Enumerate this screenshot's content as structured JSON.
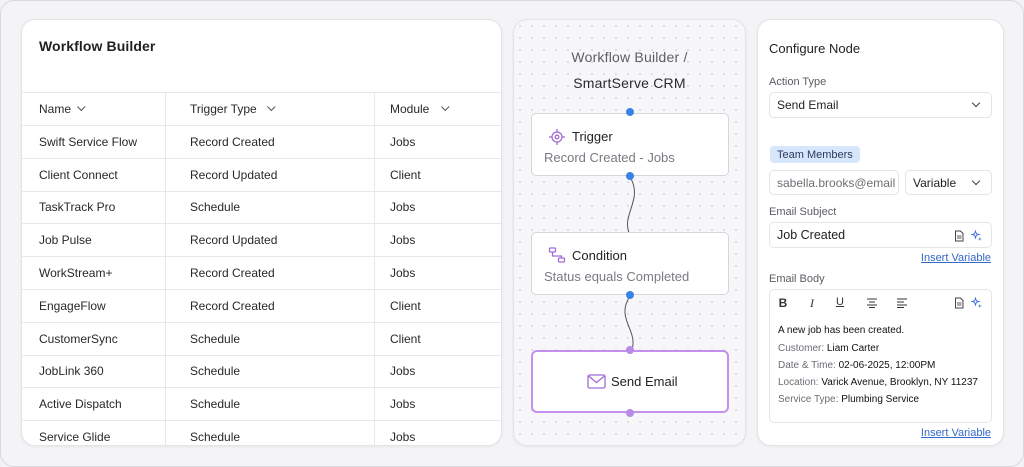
{
  "workflows": {
    "title": "Workflow Builder",
    "columns": [
      "Name",
      "Trigger Type",
      "Module"
    ],
    "rows": [
      [
        "Swift Service Flow",
        "Record Created",
        "Jobs"
      ],
      [
        "Client Connect",
        "Record Updated",
        "Client"
      ],
      [
        "TaskTrack Pro",
        "Schedule",
        "Jobs"
      ],
      [
        "Job Pulse",
        "Record Updated",
        "Jobs"
      ],
      [
        "WorkStream+",
        "Record Created",
        "Jobs"
      ],
      [
        "EngageFlow",
        "Record Created",
        "Client"
      ],
      [
        "CustomerSync",
        "Schedule",
        "Client"
      ],
      [
        "JobLink 360",
        "Schedule",
        "Jobs"
      ],
      [
        "Active Dispatch",
        "Schedule",
        "Jobs"
      ],
      [
        "Service Glide",
        "Schedule",
        "Jobs"
      ]
    ]
  },
  "canvas": {
    "title_line1": "Workflow Builder /",
    "title_line2": "SmartServe CRM",
    "trigger": {
      "title": "Trigger",
      "subtitle": "Record Created - Jobs",
      "icon": "target-icon"
    },
    "condition": {
      "title": "Condition",
      "subtitle": "Status equals Completed",
      "icon": "branch-icon"
    },
    "action": {
      "title": "Send Email",
      "icon": "mail-icon"
    }
  },
  "config": {
    "title": "Configure Node",
    "action_type_label": "Action Type",
    "action_type_value": "Send Email",
    "team_chip": "Team Members",
    "email_value": "sabella.brooks@email",
    "variable_select": "Variable",
    "subject_label": "Email Subject",
    "subject_value": "Job Created",
    "insert_variable": "Insert Variable",
    "body_label": "Email Body",
    "toolbar": {
      "bold": "B",
      "italic": "I",
      "underline": "U"
    },
    "body": {
      "intro": "A new job has been created.",
      "customer_key": "Customer:",
      "customer_val": "Liam Carter",
      "datetime_key": "Date & Time:",
      "datetime_val": "02-06-2025, 12:00PM",
      "location_key": "Location:",
      "location_val": "Varick Avenue, Brooklyn, NY 11237",
      "service_key": "Service Type:",
      "service_val": "Plumbing Service"
    },
    "insert_variable_2": "Insert Variable"
  },
  "colors": {
    "accent_blue": "#3b82e6",
    "accent_purple": "#c490ee",
    "chip_bg": "#d7e6fb",
    "link": "#3468c9"
  }
}
